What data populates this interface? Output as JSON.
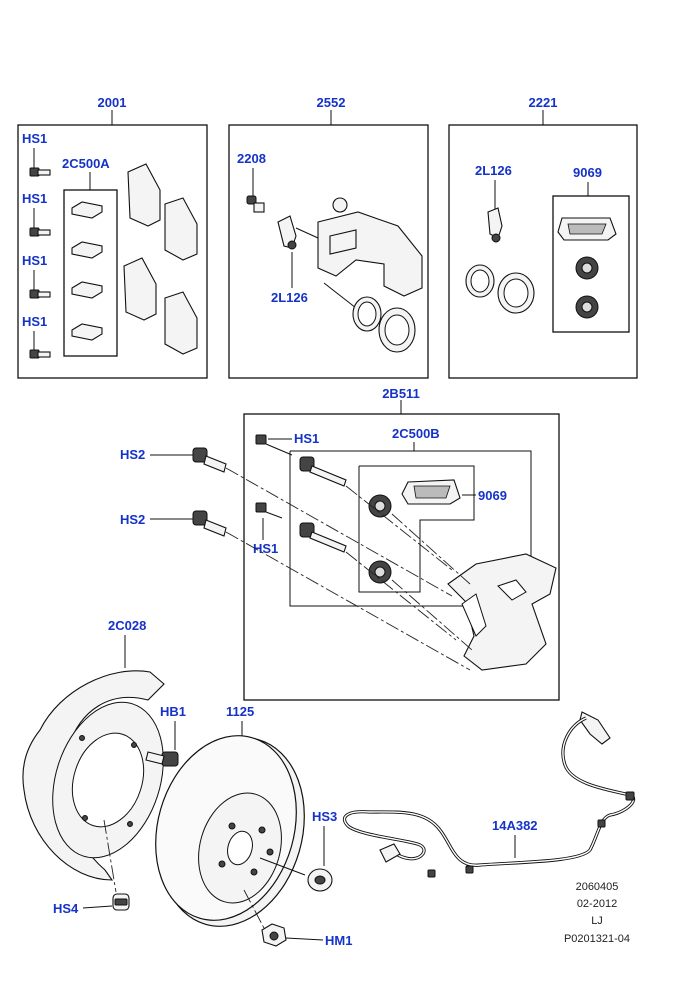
{
  "labels": {
    "grp_2001": "2001",
    "grp_2552": "2552",
    "grp_2221": "2221",
    "hs1_a": "HS1",
    "hs1_b": "HS1",
    "hs1_c": "HS1",
    "hs1_d": "HS1",
    "pad_2c500a": "2C500A",
    "pin_2208": "2208",
    "bracket_2l126_a": "2L126",
    "bracket_2l126_b": "2L126",
    "grease_9069_a": "9069",
    "grp_2b511": "2B511",
    "hs1_e": "HS1",
    "hs1_f": "HS1",
    "kit_2c500b": "2C500B",
    "grease_9069_b": "9069",
    "hs2_a": "HS2",
    "hs2_b": "HS2",
    "shield_2c028": "2C028",
    "hb1": "HB1",
    "disc_1125": "1125",
    "hs3": "HS3",
    "sensor_14a382": "14A382",
    "hs4": "HS4",
    "hm1": "HM1"
  },
  "reference": {
    "number": "2060405",
    "date": "02-2012",
    "initials": "LJ",
    "part_code": "P0201321-04"
  },
  "colors": {
    "callout": "#1532c9",
    "line": "#111111"
  }
}
